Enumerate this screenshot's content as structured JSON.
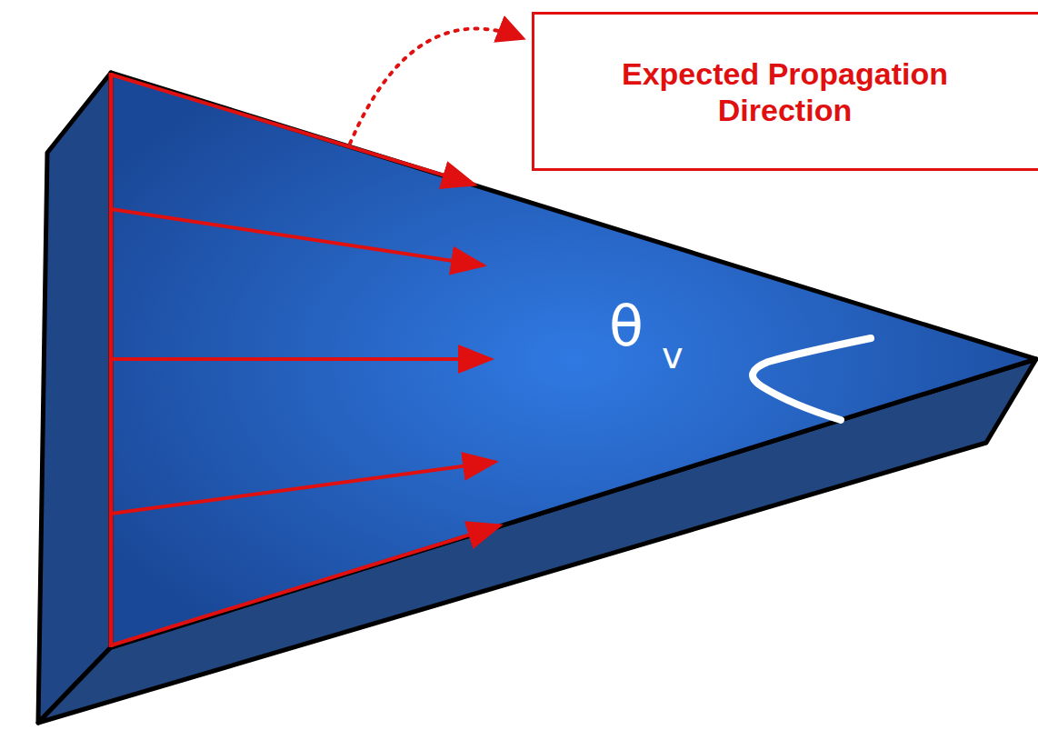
{
  "diagram": {
    "nodes": [
      {
        "text": [
          "Expected Propagation Direction"
        ]
      }
    ],
    "labels": [
      "θ",
      "v"
    ]
  }
}
